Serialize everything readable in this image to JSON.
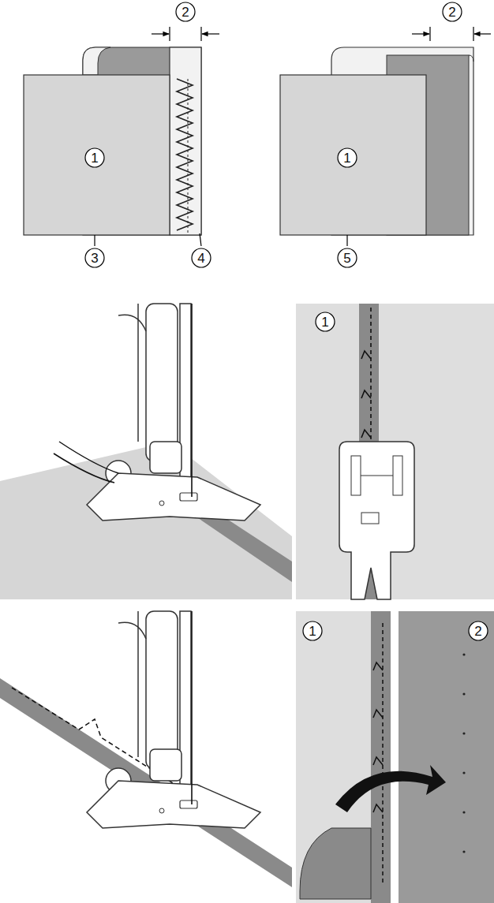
{
  "diagram": {
    "labels": [
      "2",
      "1",
      "3",
      "4",
      "2",
      "1",
      "5",
      "1",
      "1",
      "2"
    ]
  }
}
